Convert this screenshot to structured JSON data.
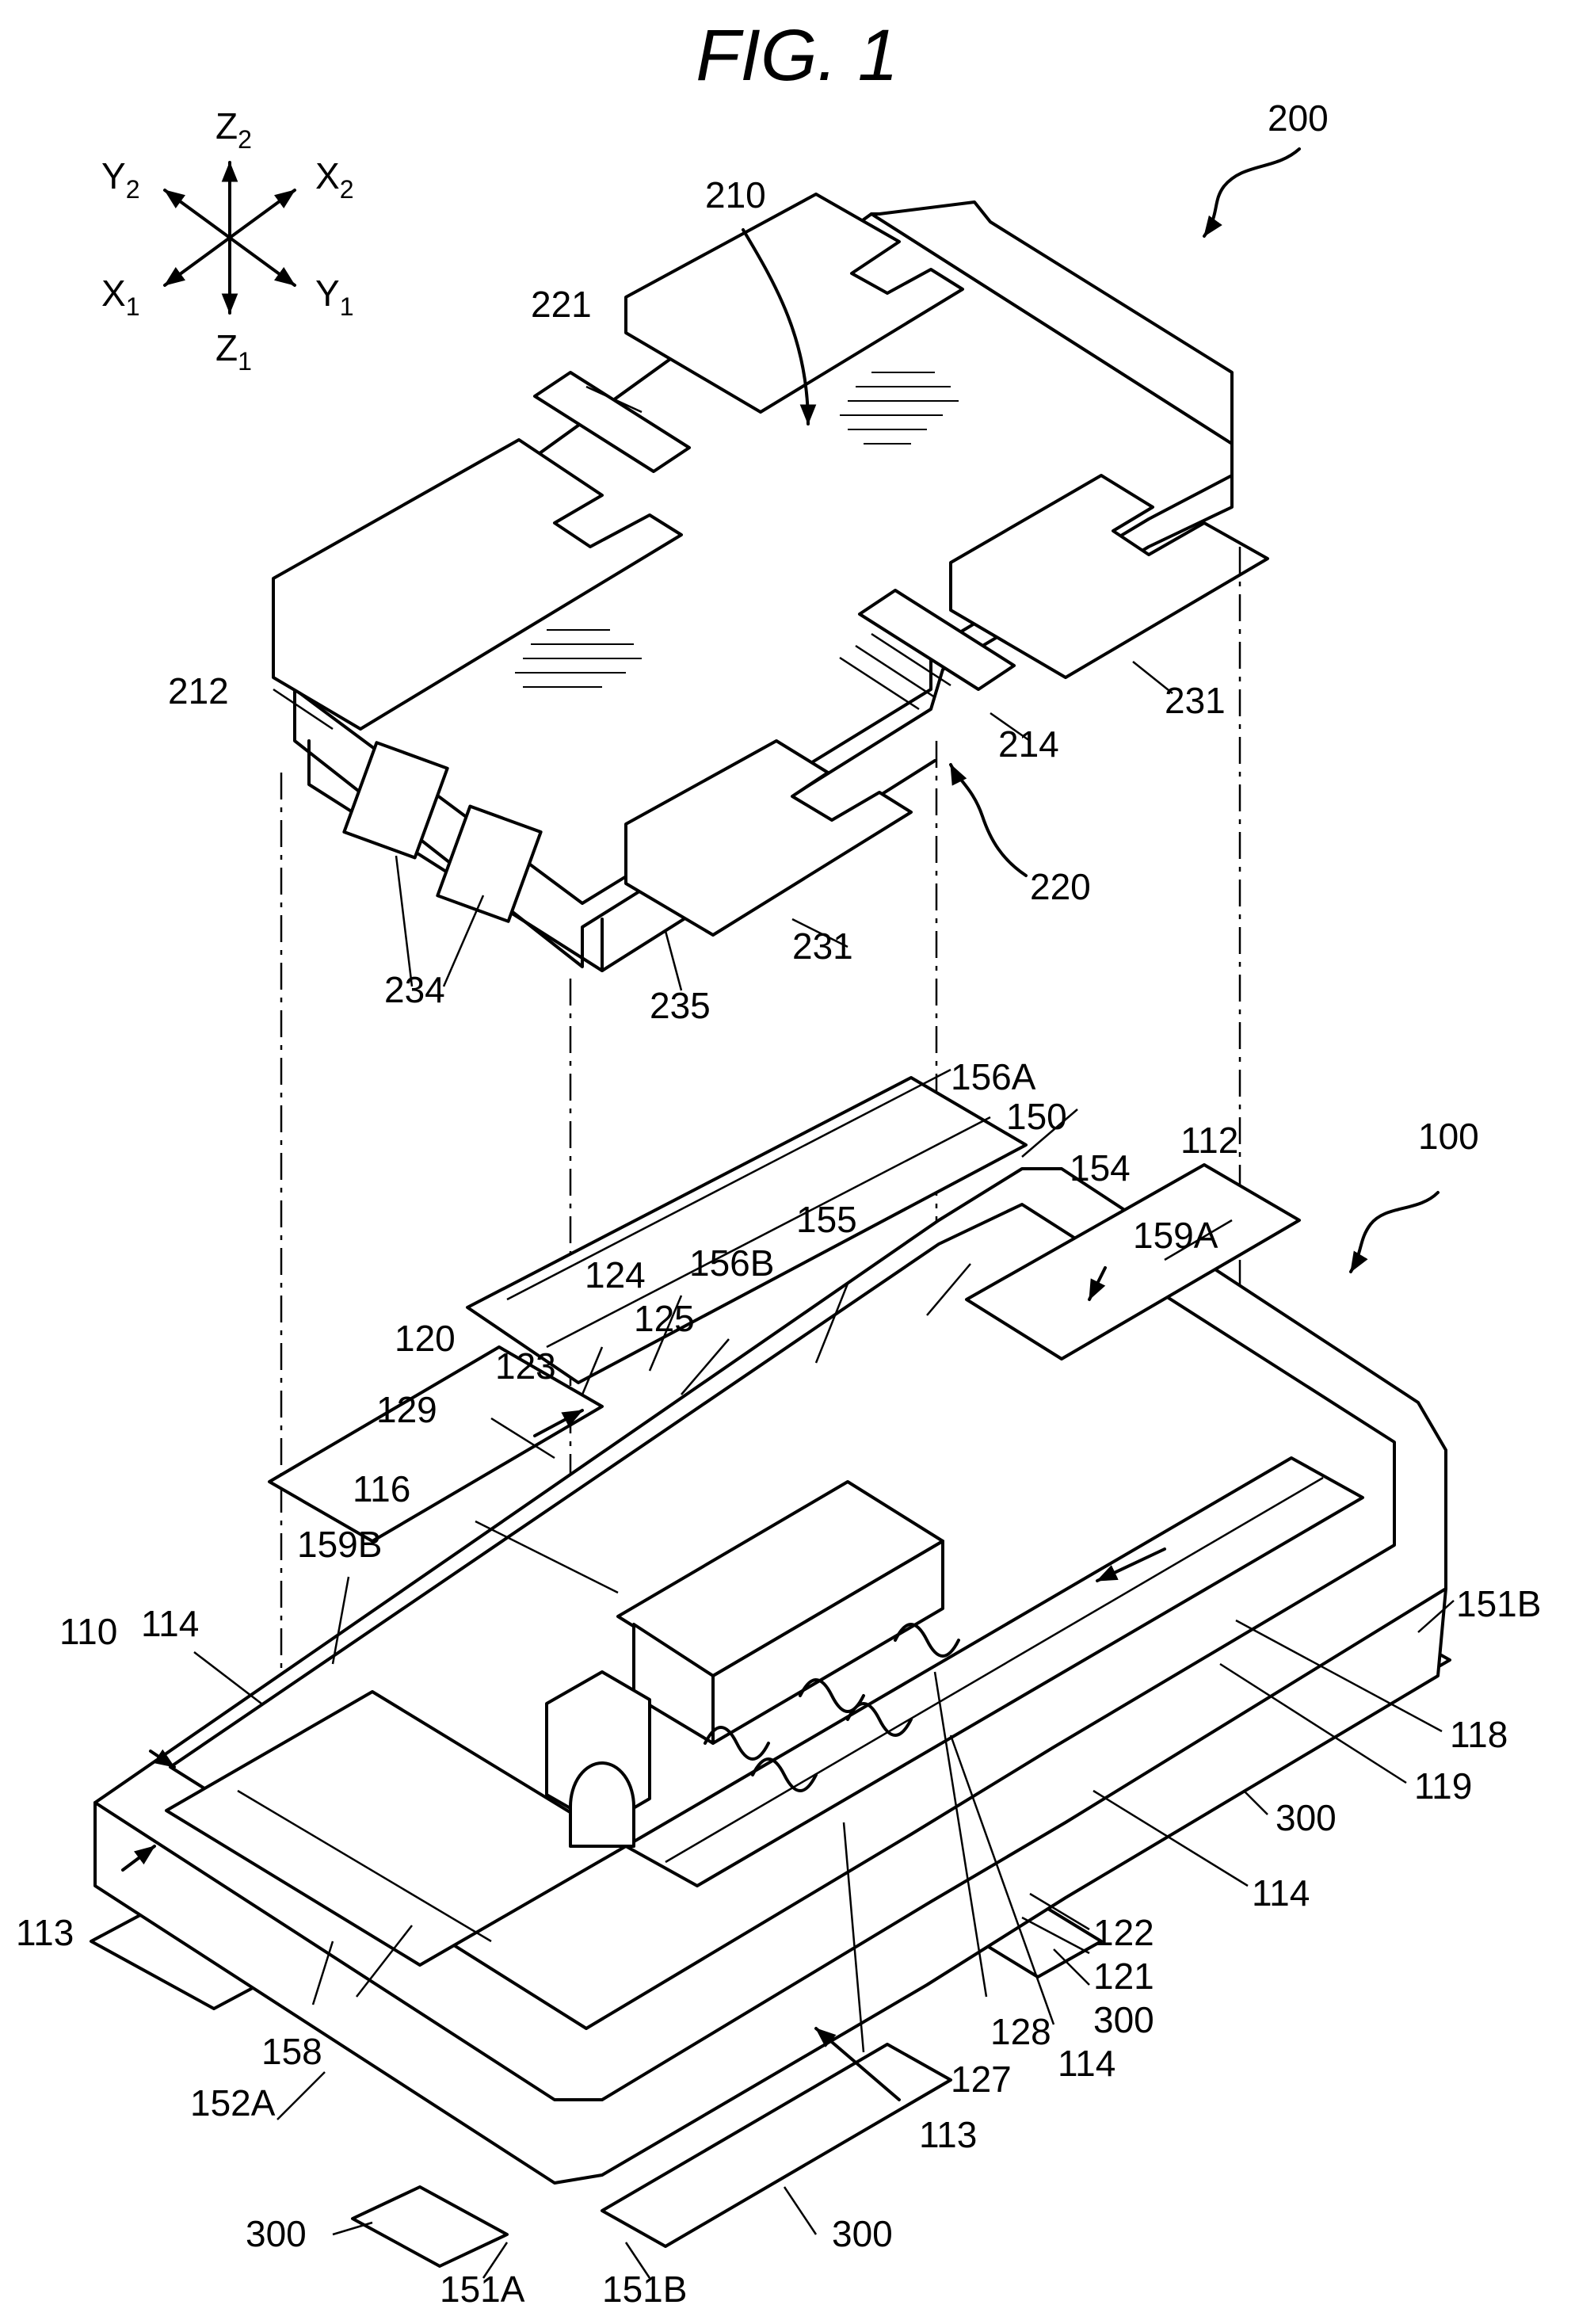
{
  "figure": {
    "title": "FIG. 1",
    "axes": [
      {
        "id": "z2",
        "text": "Z",
        "sub": "2"
      },
      {
        "id": "y2",
        "text": "Y",
        "sub": "2"
      },
      {
        "id": "x2",
        "text": "X",
        "sub": "2"
      },
      {
        "id": "x1",
        "text": "X",
        "sub": "1"
      },
      {
        "id": "y1",
        "text": "Y",
        "sub": "1"
      },
      {
        "id": "z1",
        "text": "Z",
        "sub": "1"
      }
    ],
    "labels": [
      {
        "id": "l200",
        "text": "200"
      },
      {
        "id": "l210",
        "text": "210"
      },
      {
        "id": "l221",
        "text": "221"
      },
      {
        "id": "l212",
        "text": "212"
      },
      {
        "id": "l214",
        "text": "214"
      },
      {
        "id": "l231a",
        "text": "231"
      },
      {
        "id": "l231b",
        "text": "231"
      },
      {
        "id": "l220",
        "text": "220"
      },
      {
        "id": "l234",
        "text": "234"
      },
      {
        "id": "l235",
        "text": "235"
      },
      {
        "id": "l100",
        "text": "100"
      },
      {
        "id": "l156A",
        "text": "156A"
      },
      {
        "id": "l150",
        "text": "150"
      },
      {
        "id": "l154",
        "text": "154"
      },
      {
        "id": "l112",
        "text": "112"
      },
      {
        "id": "l155",
        "text": "155"
      },
      {
        "id": "l159A",
        "text": "159A"
      },
      {
        "id": "l124",
        "text": "124"
      },
      {
        "id": "l156B",
        "text": "156B"
      },
      {
        "id": "l125",
        "text": "125"
      },
      {
        "id": "l120",
        "text": "120"
      },
      {
        "id": "l123",
        "text": "123"
      },
      {
        "id": "l129",
        "text": "129"
      },
      {
        "id": "l116",
        "text": "116"
      },
      {
        "id": "l159B",
        "text": "159B"
      },
      {
        "id": "l110",
        "text": "110"
      },
      {
        "id": "l114a",
        "text": "114"
      },
      {
        "id": "l151Ba",
        "text": "151B"
      },
      {
        "id": "l118",
        "text": "118"
      },
      {
        "id": "l119",
        "text": "119"
      },
      {
        "id": "l300a",
        "text": "300"
      },
      {
        "id": "l114b",
        "text": "114"
      },
      {
        "id": "l113a",
        "text": "113"
      },
      {
        "id": "l122",
        "text": "122"
      },
      {
        "id": "l121",
        "text": "121"
      },
      {
        "id": "l300b",
        "text": "300"
      },
      {
        "id": "l114c",
        "text": "114"
      },
      {
        "id": "l158",
        "text": "158"
      },
      {
        "id": "l152A",
        "text": "152A"
      },
      {
        "id": "l127",
        "text": "127"
      },
      {
        "id": "l128",
        "text": "128"
      },
      {
        "id": "l113b",
        "text": "113"
      },
      {
        "id": "l300c",
        "text": "300"
      },
      {
        "id": "l300d",
        "text": "300"
      },
      {
        "id": "l151A",
        "text": "151A"
      },
      {
        "id": "l151Bb",
        "text": "151B"
      }
    ]
  }
}
